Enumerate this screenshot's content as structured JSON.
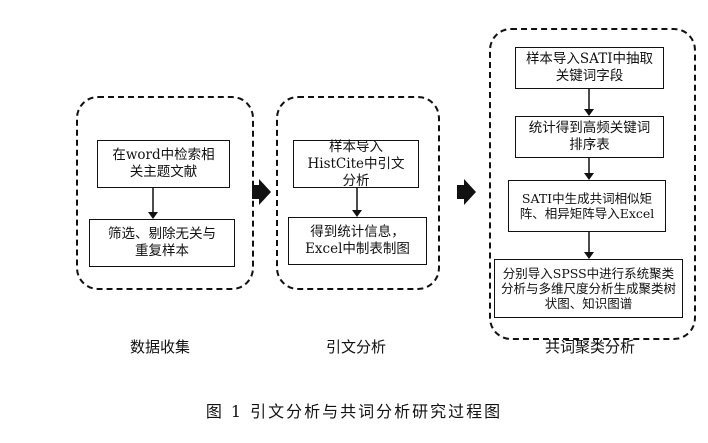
{
  "stages": [
    {
      "label": "数据收集",
      "boxes": [
        "在word中检索相关主题文献",
        "筛选、剔除无关与重复样本"
      ]
    },
    {
      "label": "引文分析",
      "boxes": [
        "样本导入HistCite中引文分析",
        "得到统计信息，Excel中制表制图"
      ]
    },
    {
      "label": "共词聚类分析",
      "boxes": [
        "样本导入SATI中抽取关键词字段",
        "统计得到高频关键词排序表",
        "SATI中生成共词相似矩阵、相异矩阵导入Excel",
        "分别导入SPSS中进行系统聚类分析与多维尺度分析生成聚类树状图、知识图谱"
      ]
    }
  ],
  "caption": "图 1  引文分析与共词分析研究过程图"
}
